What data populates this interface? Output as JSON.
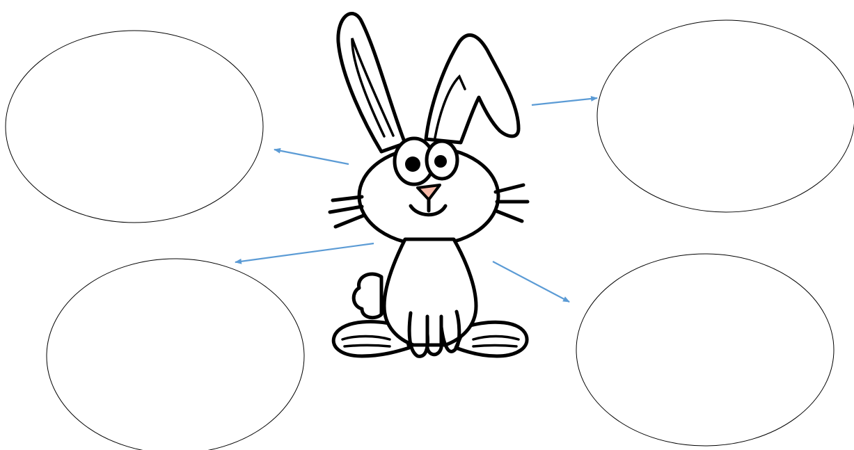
{
  "diagram": {
    "type": "bubble-map",
    "center_image": "rabbit-illustration",
    "bubbles": [
      {
        "id": "bubble-top-left",
        "text": ""
      },
      {
        "id": "bubble-bottom-left",
        "text": ""
      },
      {
        "id": "bubble-top-right",
        "text": ""
      },
      {
        "id": "bubble-bottom-right",
        "text": ""
      }
    ],
    "arrow_color": "#5b9bd5",
    "outline_color": "#000000"
  }
}
